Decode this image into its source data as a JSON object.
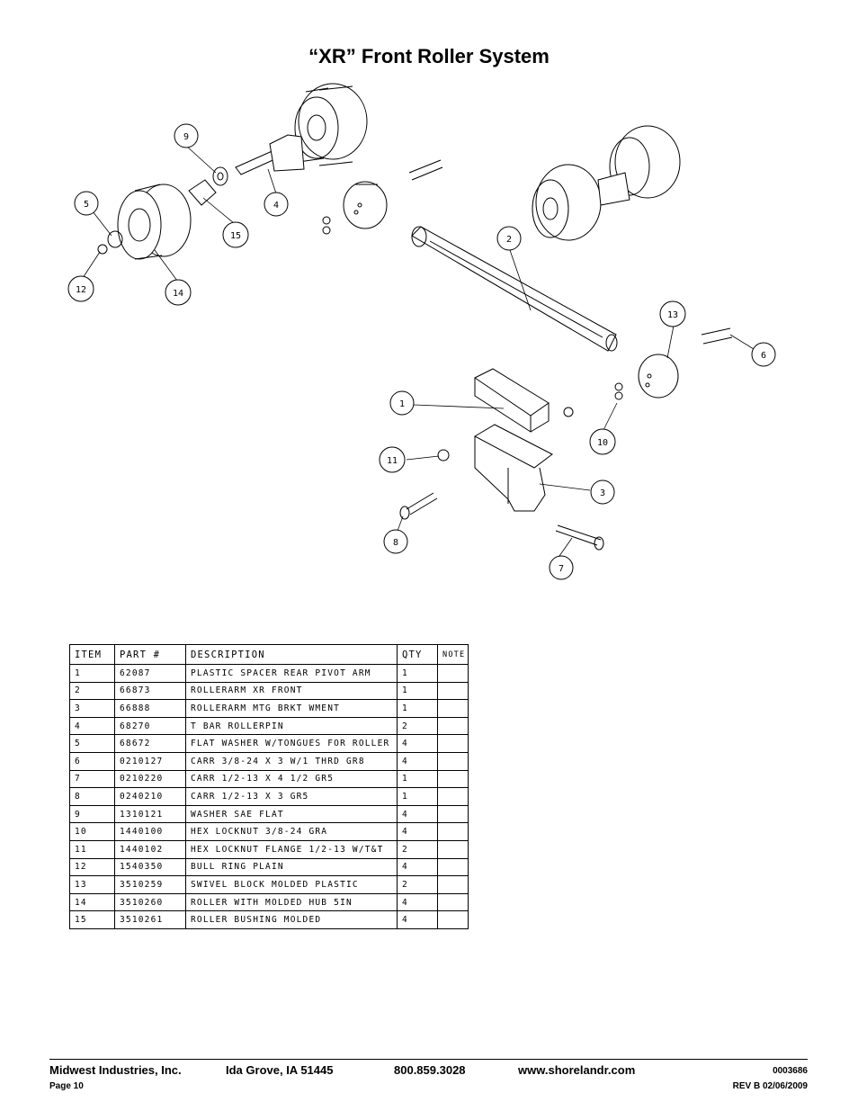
{
  "title": "“XR” Front Roller  System",
  "callouts": [
    {
      "id": "c1",
      "label": "1"
    },
    {
      "id": "c2",
      "label": "2"
    },
    {
      "id": "c3",
      "label": "3"
    },
    {
      "id": "c4",
      "label": "4"
    },
    {
      "id": "c5",
      "label": "5"
    },
    {
      "id": "c6",
      "label": "6"
    },
    {
      "id": "c7",
      "label": "7"
    },
    {
      "id": "c8",
      "label": "8"
    },
    {
      "id": "c9",
      "label": "9"
    },
    {
      "id": "c10",
      "label": "10"
    },
    {
      "id": "c11",
      "label": "11"
    },
    {
      "id": "c12",
      "label": "12"
    },
    {
      "id": "c13",
      "label": "13"
    },
    {
      "id": "c14",
      "label": "14"
    },
    {
      "id": "c15",
      "label": "15"
    }
  ],
  "table": {
    "headers": [
      "ITEM",
      "PART #",
      "DESCRIPTION",
      "QTY",
      "NOTE"
    ],
    "rows": [
      [
        "1",
        "62087",
        "PLASTIC SPACER REAR PIVOT ARM",
        "1",
        ""
      ],
      [
        "2",
        "66873",
        "ROLLERARM XR FRONT",
        "1",
        ""
      ],
      [
        "3",
        "66888",
        "ROLLERARM MTG BRKT WMENT",
        "1",
        ""
      ],
      [
        "4",
        "68270",
        "T BAR ROLLERPIN",
        "2",
        ""
      ],
      [
        "5",
        "68672",
        "FLAT WASHER W/TONGUES FOR ROLLER",
        "4",
        ""
      ],
      [
        "6",
        "0210127",
        "CARR 3/8-24 X 3 W/1 THRD GR8",
        "4",
        ""
      ],
      [
        "7",
        "0210220",
        "CARR 1/2-13 X 4 1/2 GR5",
        "1",
        ""
      ],
      [
        "8",
        "0240210",
        "CARR 1/2-13 X 3 GR5",
        "1",
        ""
      ],
      [
        "9",
        "1310121",
        "WASHER SAE FLAT",
        "4",
        ""
      ],
      [
        "10",
        "1440100",
        "HEX LOCKNUT 3/8-24 GRA",
        "4",
        ""
      ],
      [
        "11",
        "1440102",
        "HEX LOCKNUT FLANGE 1/2-13 W/T&T",
        "2",
        ""
      ],
      [
        "12",
        "1540350",
        "BULL RING PLAIN",
        "4",
        ""
      ],
      [
        "13",
        "3510259",
        "SWIVEL BLOCK MOLDED PLASTIC",
        "2",
        ""
      ],
      [
        "14",
        "3510260",
        "ROLLER WITH MOLDED HUB  5IN",
        "4",
        ""
      ],
      [
        "15",
        "3510261",
        "ROLLER BUSHING MOLDED",
        "4",
        ""
      ]
    ]
  },
  "footer": {
    "company": "Midwest Industries, Inc.",
    "city": "Ida Grove, IA  51445",
    "phone": "800.859.3028",
    "website": "www.shorelandr.com",
    "doc_number": "0003686",
    "page": "Page 10",
    "revision": "REV B  02/06/2009"
  }
}
